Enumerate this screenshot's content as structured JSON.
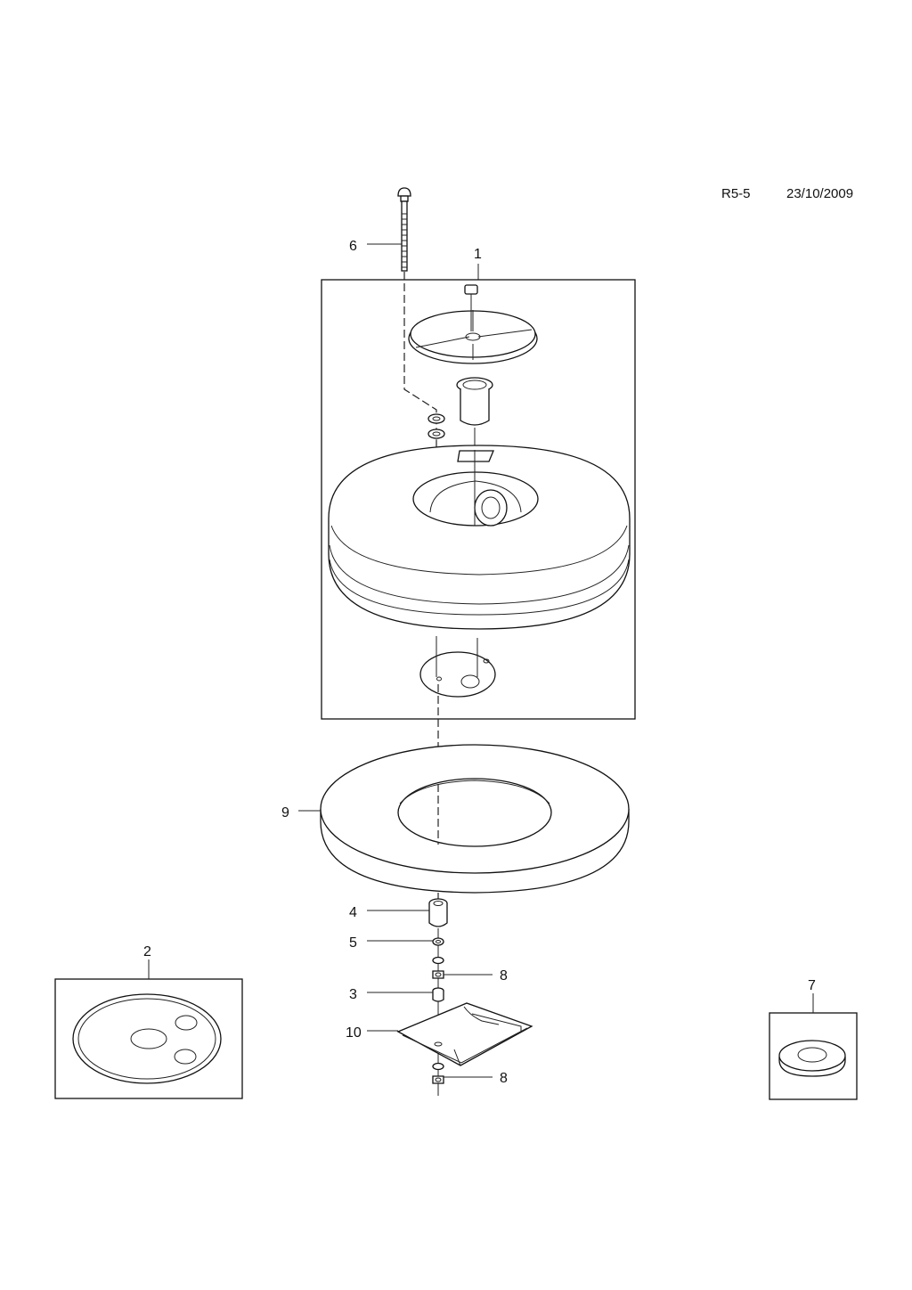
{
  "header": {
    "code": "R5-5",
    "date": "23/10/2009"
  },
  "callouts": {
    "c1": "1",
    "c2": "2",
    "c3": "3",
    "c4": "4",
    "c5": "5",
    "c6": "6",
    "c7": "7",
    "c8a": "8",
    "c8b": "8",
    "c9": "9",
    "c10": "10"
  }
}
